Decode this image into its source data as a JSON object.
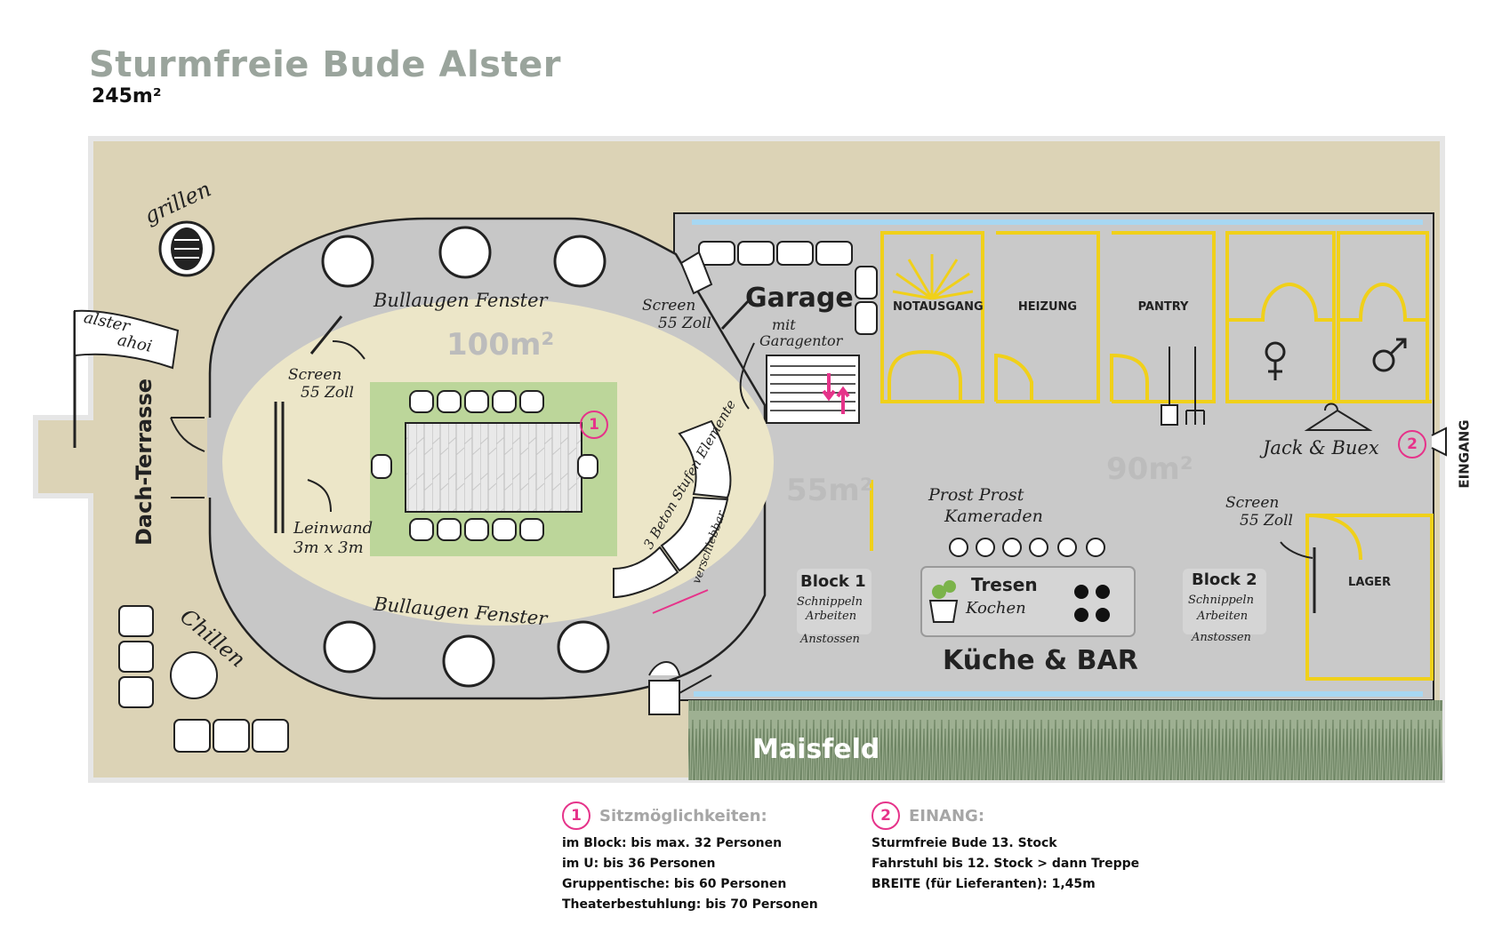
{
  "header": {
    "title": "Sturmfreie Bude Alster",
    "area": "245m²"
  },
  "colors": {
    "sand": "#dcd3b6",
    "floor": "#c9c9c9",
    "lounge": "#ece6c8",
    "table_area": "#bcd69a",
    "rooms": "#f0d01a",
    "accent": "#e6338a",
    "grass": "#8fa283"
  },
  "rooms": {
    "garage": "Garage",
    "garage_sub_1": "mit",
    "garage_sub_2": "Garagentor",
    "notausgang": "NOTAUSGANG",
    "heizung": "HEIZUNG",
    "pantry": "PANTRY",
    "lager": "LAGER",
    "eingang": "EINGANG",
    "dach_terrasse": "Dach-Terrasse",
    "maisfeld": "Maisfeld",
    "kueche_bar": "Küche & BAR",
    "tresen_1": "Tresen",
    "tresen_2": "Kochen"
  },
  "areas": {
    "main": "100m²",
    "mid": "55m²",
    "east": "90m²"
  },
  "labels": {
    "grillen": "grillen",
    "flag_1": "alster",
    "flag_2": "ahoi",
    "chillen": "Chillen",
    "bullaugen_top": "Bullaugen Fenster",
    "bullaugen_bottom": "Bullaugen Fenster",
    "screen_left_1": "Screen",
    "screen_left_2": "55 Zoll",
    "screen_top_1": "Screen",
    "screen_top_2": "55 Zoll",
    "screen_right_1": "Screen",
    "screen_right_2": "55 Zoll",
    "leinwand_1": "Leinwand",
    "leinwand_2": "3m x 3m",
    "beton_1": "3 Beton Stufen Elemente",
    "beton_2": "verschiebbar",
    "prost_1": "Prost Prost",
    "prost_2": "Kameraden",
    "jack": "Jack & Buex",
    "block1": "Block 1",
    "block2": "Block 2",
    "block_sub_1": "Schnippeln",
    "block_sub_2": "Arbeiten",
    "block_sub_3": "Anstossen"
  },
  "badges": {
    "one": "1",
    "two": "2"
  },
  "legend": {
    "seating": {
      "badge": "1",
      "title": "Sitzmöglichkeiten:",
      "lines": [
        "im Block: bis max. 32 Personen",
        "im U: bis 36 Personen",
        "Gruppentische: bis 60 Personen",
        "Theaterbestuhlung: bis 70 Personen"
      ]
    },
    "entrance": {
      "badge": "2",
      "title": "EINANG:",
      "lines": [
        "Sturmfreie Bude 13. Stock",
        "Fahrstuhl bis 12. Stock > dann Treppe",
        "BREITE (für Lieferanten): 1,45m"
      ]
    }
  }
}
